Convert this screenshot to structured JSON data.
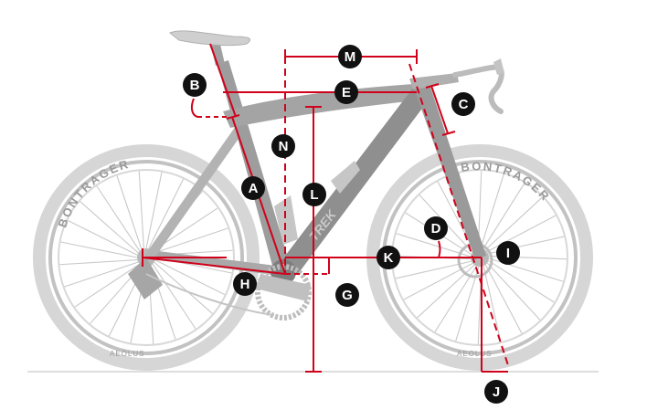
{
  "diagram": {
    "colors": {
      "measure_line": "#d0021b",
      "badge_fill": "#111111",
      "badge_text": "#ffffff",
      "bike_light": "#cfcfcf",
      "bike_mid": "#b4b4b4",
      "bike_dark": "#7a7a7a"
    },
    "labels": {
      "a": "A",
      "b": "B",
      "c": "C",
      "d": "D",
      "e": "E",
      "g": "G",
      "h": "H",
      "i": "I",
      "j": "J",
      "k": "K",
      "l": "L",
      "m": "M",
      "n": "N"
    },
    "bike": {
      "frame_brand": "TREK",
      "rear_rim_text": "BONTRAGER",
      "front_rim_text": "BONTRAGER",
      "rear_hub_text": "AEOLUS",
      "front_hub_text": "AEOLUS"
    }
  }
}
